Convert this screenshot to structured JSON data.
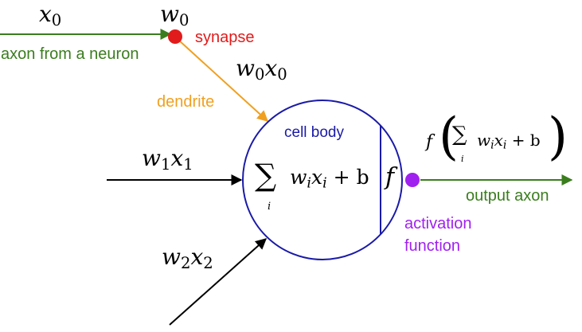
{
  "colors": {
    "input_axon": "#3a7d1e",
    "synapse": "#e11b1b",
    "dendrite": "#f0a020",
    "cell_body": "#1a1aa8",
    "activation": "#a020f0",
    "output_axon": "#3a7d1e",
    "edge": "#000000"
  },
  "labels": {
    "x0": "x",
    "x0_sub": "0",
    "w0": "w",
    "w0_sub": "0",
    "synapse": "synapse",
    "axon_from_neuron": "axon from a neuron",
    "w0x0_w": "w",
    "w0x0_w_sub": "0",
    "w0x0_x": "x",
    "w0x0_x_sub": "0",
    "dendrite": "dendrite",
    "cell_body": "cell body",
    "w1x1_w": "w",
    "w1x1_w_sub": "1",
    "w1x1_x": "x",
    "w1x1_x_sub": "1",
    "w2x2_w": "w",
    "w2x2_w_sub": "2",
    "w2x2_x": "x",
    "w2x2_x_sub": "2",
    "sum_symbol": "∑",
    "sum_index": "i",
    "sum_term": "w",
    "sum_term_sub": "i",
    "sum_term_x": "x",
    "sum_term_x_sub": "i",
    "sum_tail": " + b",
    "f_symbol": "f",
    "output_f": "f",
    "output_open": "(",
    "output_close": ")",
    "output_axon": "output axon",
    "activation_line1": "activation",
    "activation_line2": "function"
  }
}
